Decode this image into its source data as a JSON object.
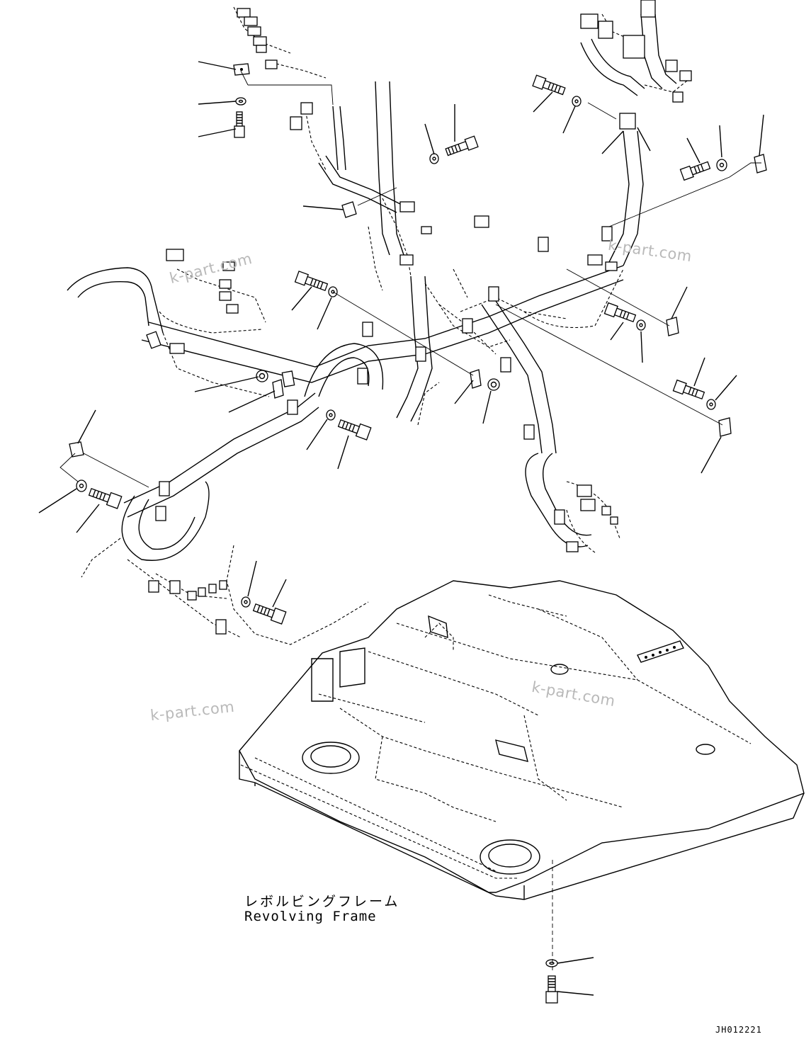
{
  "watermarks": [
    "k-part.com",
    "k-part.com",
    "k-part.com",
    "k-part.com"
  ],
  "frame_label": {
    "japanese": "レボルビングフレーム",
    "english": "Revolving Frame"
  },
  "drawing_number": "JH012221",
  "parts": {
    "bolt-icon": "hex bolt",
    "washer-icon": "washer",
    "clamp-icon": "clamp",
    "connector-icon": "connector"
  }
}
